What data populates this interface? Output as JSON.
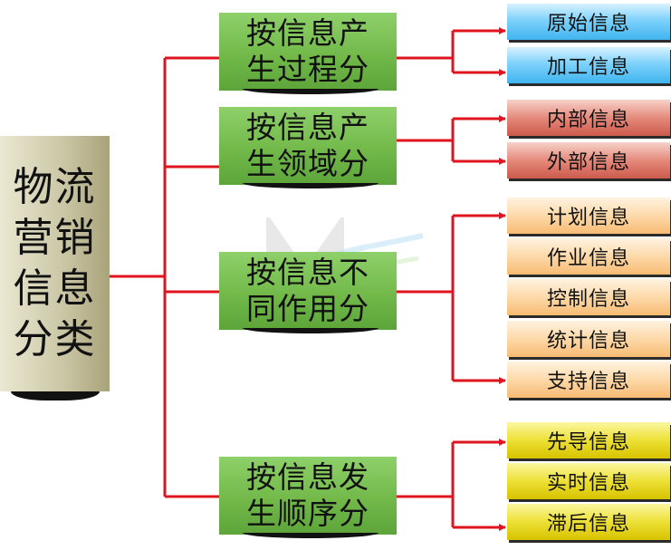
{
  "root": {
    "label": "物流营销信息分类"
  },
  "categories": [
    {
      "label": "按信息产生过程分",
      "children": [
        {
          "label": "原始信息"
        },
        {
          "label": "加工信息"
        }
      ]
    },
    {
      "label": "按信息产生领域分",
      "children": [
        {
          "label": "内部信息"
        },
        {
          "label": "外部信息"
        }
      ]
    },
    {
      "label": "按信息不同作用分",
      "children": [
        {
          "label": "计划信息"
        },
        {
          "label": "作业信息"
        },
        {
          "label": "控制信息"
        },
        {
          "label": "统计信息"
        },
        {
          "label": "支持信息"
        }
      ]
    },
    {
      "label": "按信息发生顺序分",
      "children": [
        {
          "label": "先导信息"
        },
        {
          "label": "实时信息"
        },
        {
          "label": "滞后信息"
        }
      ]
    }
  ],
  "colors": {
    "connector": "#e0141e",
    "category_fill": "#7cc152",
    "leaf_group_1": "#66ccf6",
    "leaf_group_2": "#e07b6d",
    "leaf_group_3": "#fbd09a",
    "leaf_group_4": "#e6d71f"
  }
}
